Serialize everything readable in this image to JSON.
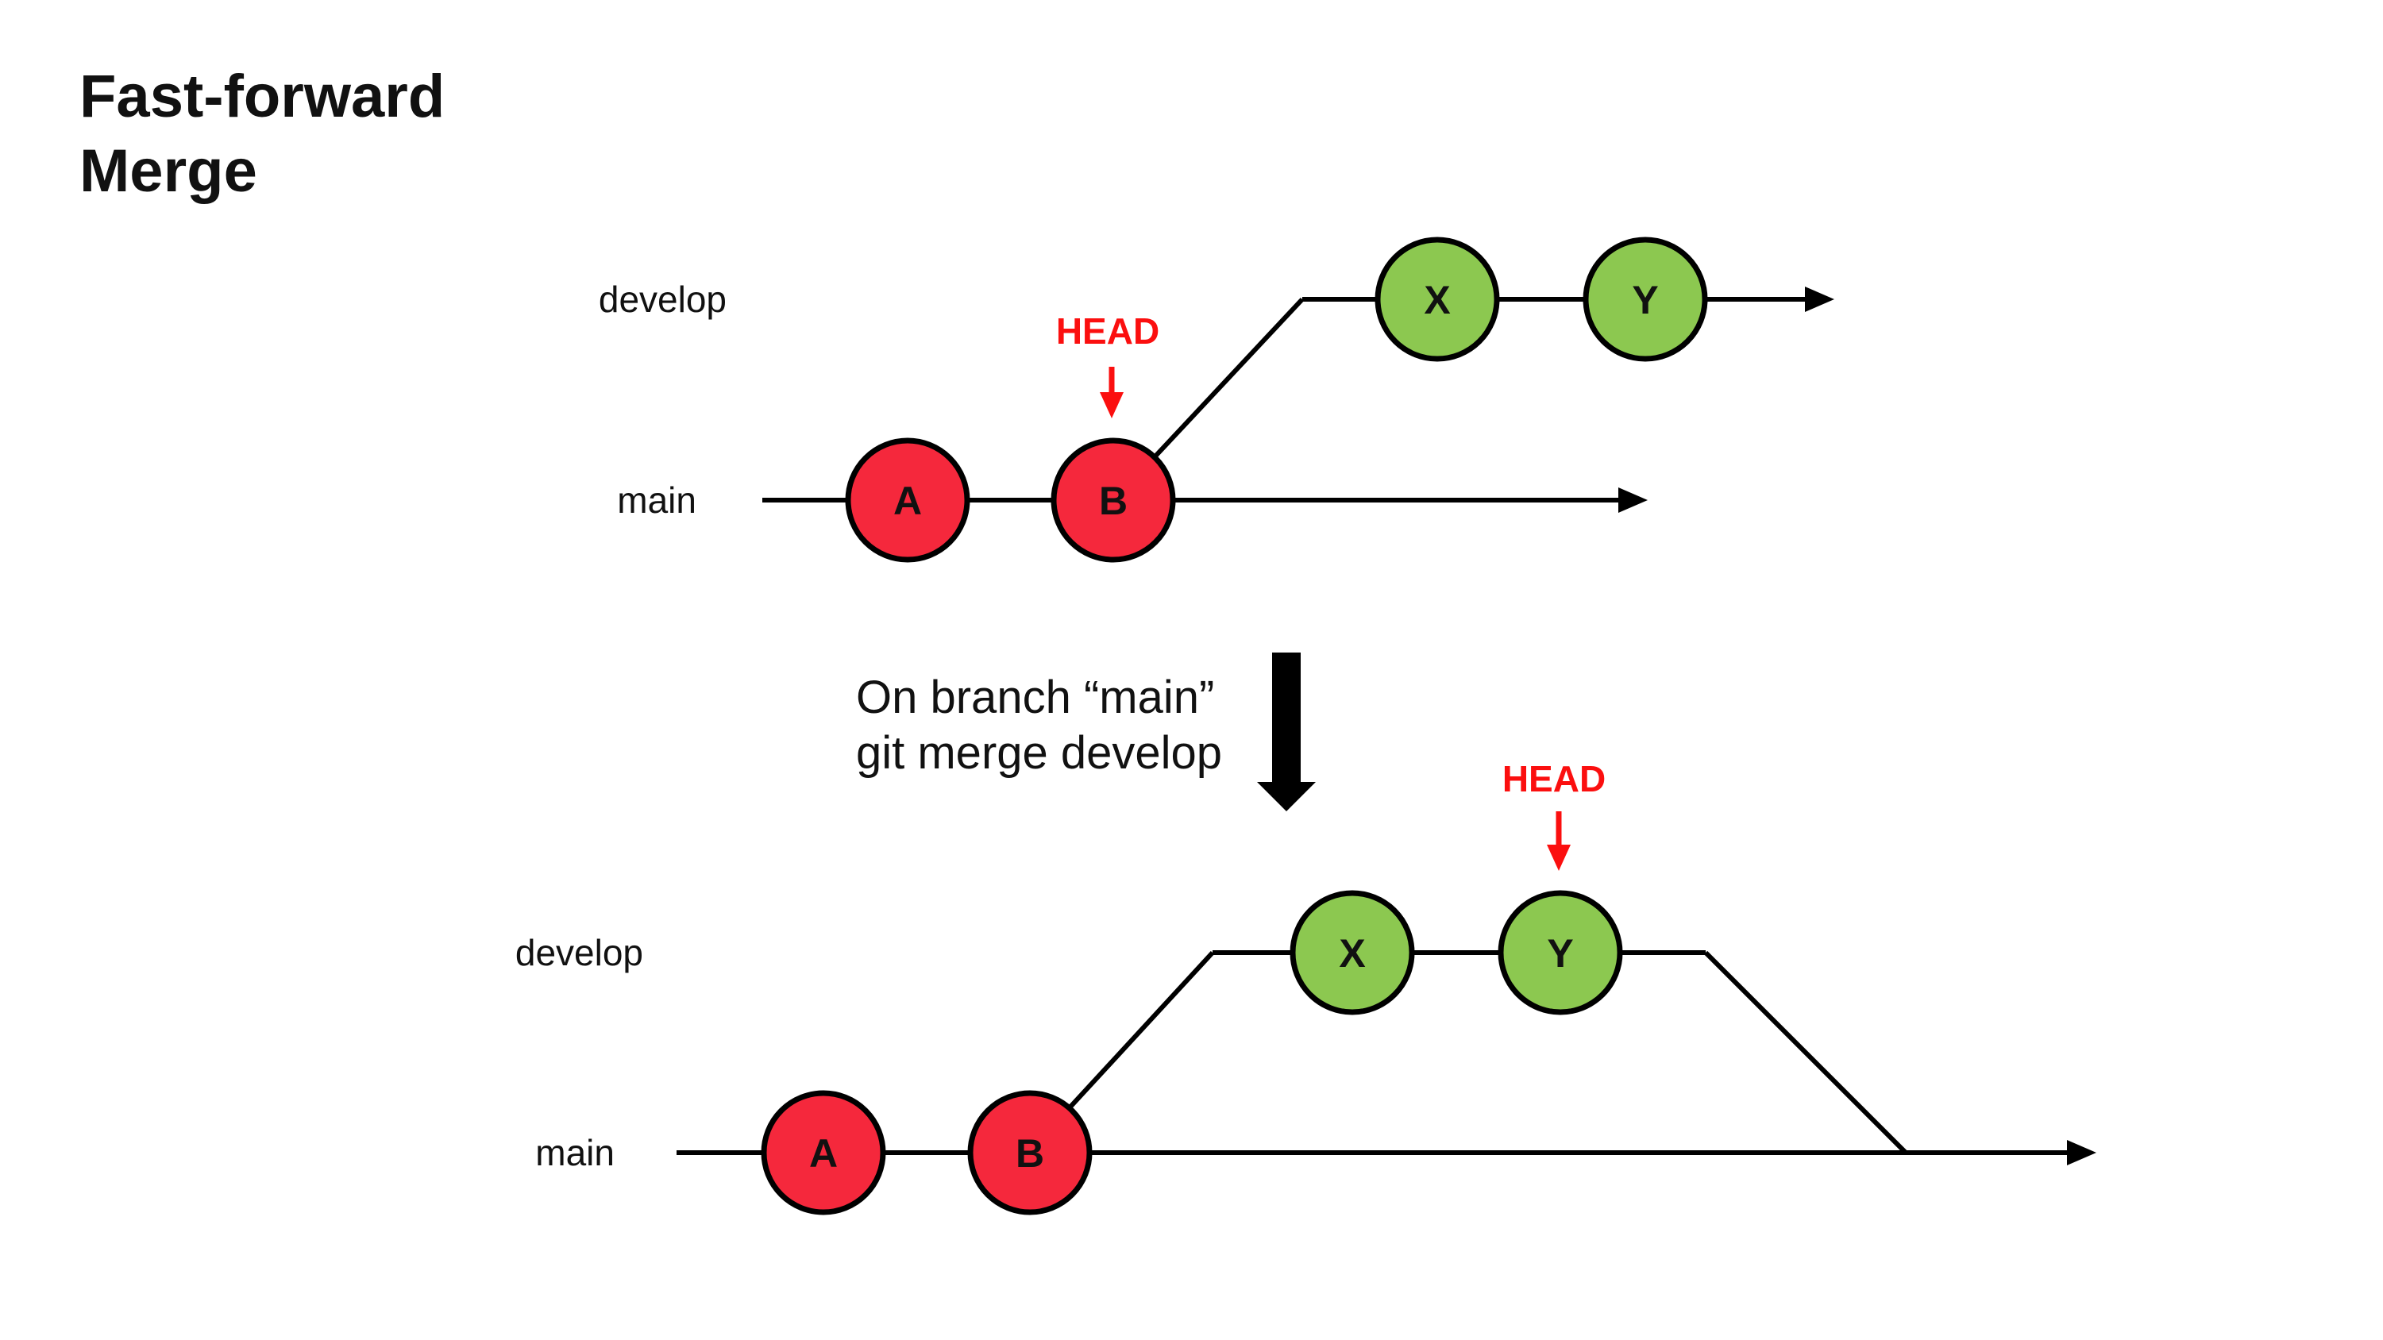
{
  "title": {
    "line1": "Fast-forward",
    "line2": "Merge"
  },
  "colors": {
    "commit_red": "#F5283C",
    "commit_green": "#8CC850",
    "head_red": "#FB0F0F",
    "line_black": "#000000"
  },
  "before": {
    "develop_label": "develop",
    "main_label": "main",
    "head_label": "HEAD",
    "main_commits": [
      "A",
      "B"
    ],
    "develop_commits": [
      "X",
      "Y"
    ]
  },
  "action": {
    "line1": "On branch “main”",
    "line2": "git merge develop"
  },
  "after": {
    "develop_label": "develop",
    "main_label": "main",
    "head_label": "HEAD",
    "main_commits": [
      "A",
      "B"
    ],
    "develop_commits": [
      "X",
      "Y"
    ]
  }
}
